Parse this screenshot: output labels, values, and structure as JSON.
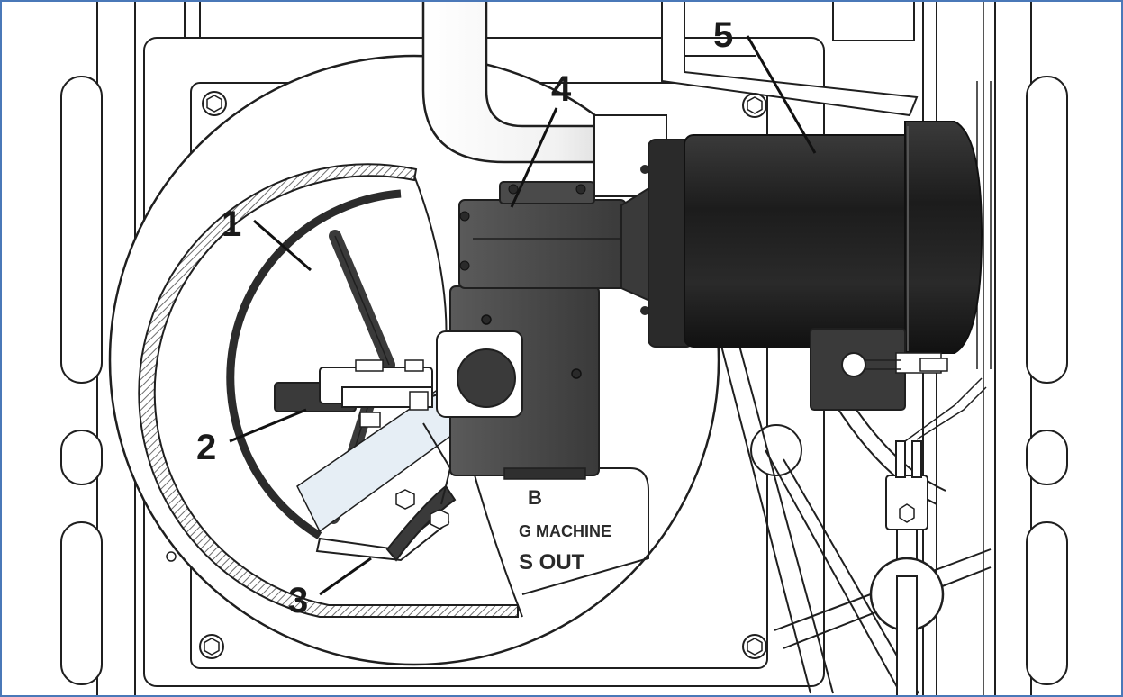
{
  "diagram": {
    "callouts": [
      {
        "id": "1",
        "label": "1"
      },
      {
        "id": "2",
        "label": "2"
      },
      {
        "id": "3",
        "label": "3"
      },
      {
        "id": "4",
        "label": "4"
      },
      {
        "id": "5",
        "label": "5"
      }
    ],
    "nameplate": {
      "line1": "G MACHINE",
      "line2": "S OUT",
      "fragment": "B"
    },
    "colors": {
      "frame_border": "#4a78b8",
      "motor": "#262626",
      "gearbox": "#4a4a4a",
      "outline": "#1f1f1f",
      "housing": "#ffffff",
      "shadow": "#c9c9c9",
      "hatch": "#6e6e6e"
    },
    "icons": [
      "bolt-icon",
      "hex-nut-icon"
    ]
  }
}
